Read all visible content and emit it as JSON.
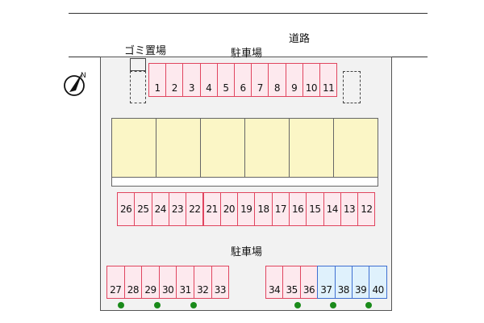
{
  "labels": {
    "road": "道路",
    "garbage": "ゴミ置場",
    "parking_top": "駐車場",
    "parking_middle": "駐車場"
  },
  "compass": {
    "letter": "N"
  },
  "parking": {
    "top_row": [
      "1",
      "2",
      "3",
      "4",
      "5",
      "6",
      "7",
      "8",
      "9",
      "10",
      "11"
    ],
    "middle_row": [
      "26",
      "25",
      "24",
      "23",
      "22",
      "21",
      "20",
      "19",
      "18",
      "17",
      "16",
      "15",
      "14",
      "13",
      "12"
    ],
    "bottom_left": [
      "27",
      "28",
      "29",
      "30",
      "31",
      "32",
      "33"
    ],
    "bottom_right": [
      "34",
      "35",
      "36",
      "37",
      "38",
      "39",
      "40"
    ],
    "highlighted": [
      "37",
      "38",
      "39",
      "40"
    ]
  },
  "colors": {
    "spot_border": "#e0455f",
    "spot_fill": "#fde9ee",
    "highlight_border": "#3f6fd1",
    "highlight_fill": "#dff1fc",
    "building_fill": "#fbf6c6",
    "tree": "#1a8a1a"
  }
}
